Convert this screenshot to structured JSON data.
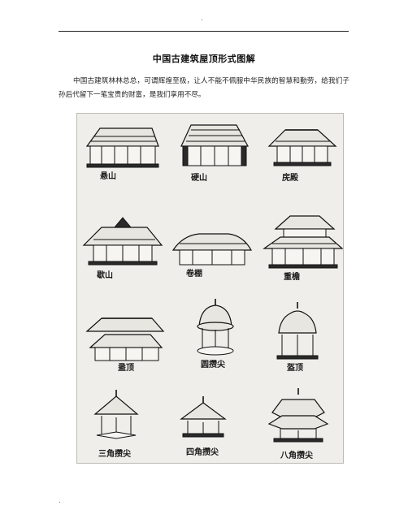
{
  "doc": {
    "header_mark": ".",
    "footer_mark": ".",
    "title": "中国古建筑屋顶形式图解",
    "paragraph": "中国古建筑林林总总，可谓辉煌至极，让人不能不佩服中华民族的智慧和勤劳，给我们子孙后代留下一笔宝贵的财富，是我们享用不尽。"
  },
  "figure": {
    "labels": [
      "悬山",
      "硬山",
      "庑殿",
      "歇山",
      "卷棚",
      "重檐",
      "盝顶",
      "圆攒尖",
      "盔顶",
      "三角攒尖",
      "四角攒尖",
      "八角攒尖"
    ]
  }
}
